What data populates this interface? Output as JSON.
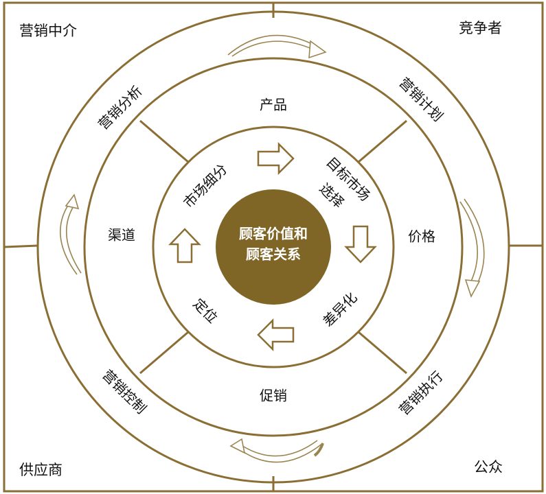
{
  "colors": {
    "brand": "#8a6e34",
    "center_fill": "#7f6526",
    "label": "#111111",
    "center_text": "#ffffff"
  },
  "corners": {
    "top_left": "营销中介",
    "top_right": "竞争者",
    "bottom_left": "供应商",
    "bottom_right": "公众"
  },
  "outer_ring": {
    "top_left": "营销分析",
    "top_right": "营销计划",
    "bottom_left": "营销控制",
    "bottom_right": "营销执行"
  },
  "middle_ring": {
    "top": "产品",
    "right": "价格",
    "bottom": "促销",
    "left": "渠道"
  },
  "inner_ring": {
    "top_left": "市场细分",
    "top_right_line1": "目标市场",
    "top_right_line2": "选择",
    "bottom_right": "差异化",
    "bottom_left": "定位"
  },
  "center": {
    "line1": "顾客价值和",
    "line2": "顾客关系"
  },
  "icons": {
    "inner_arrows": "block-arrow-icon",
    "outer_arrows": "curved-arrow-icon"
  }
}
